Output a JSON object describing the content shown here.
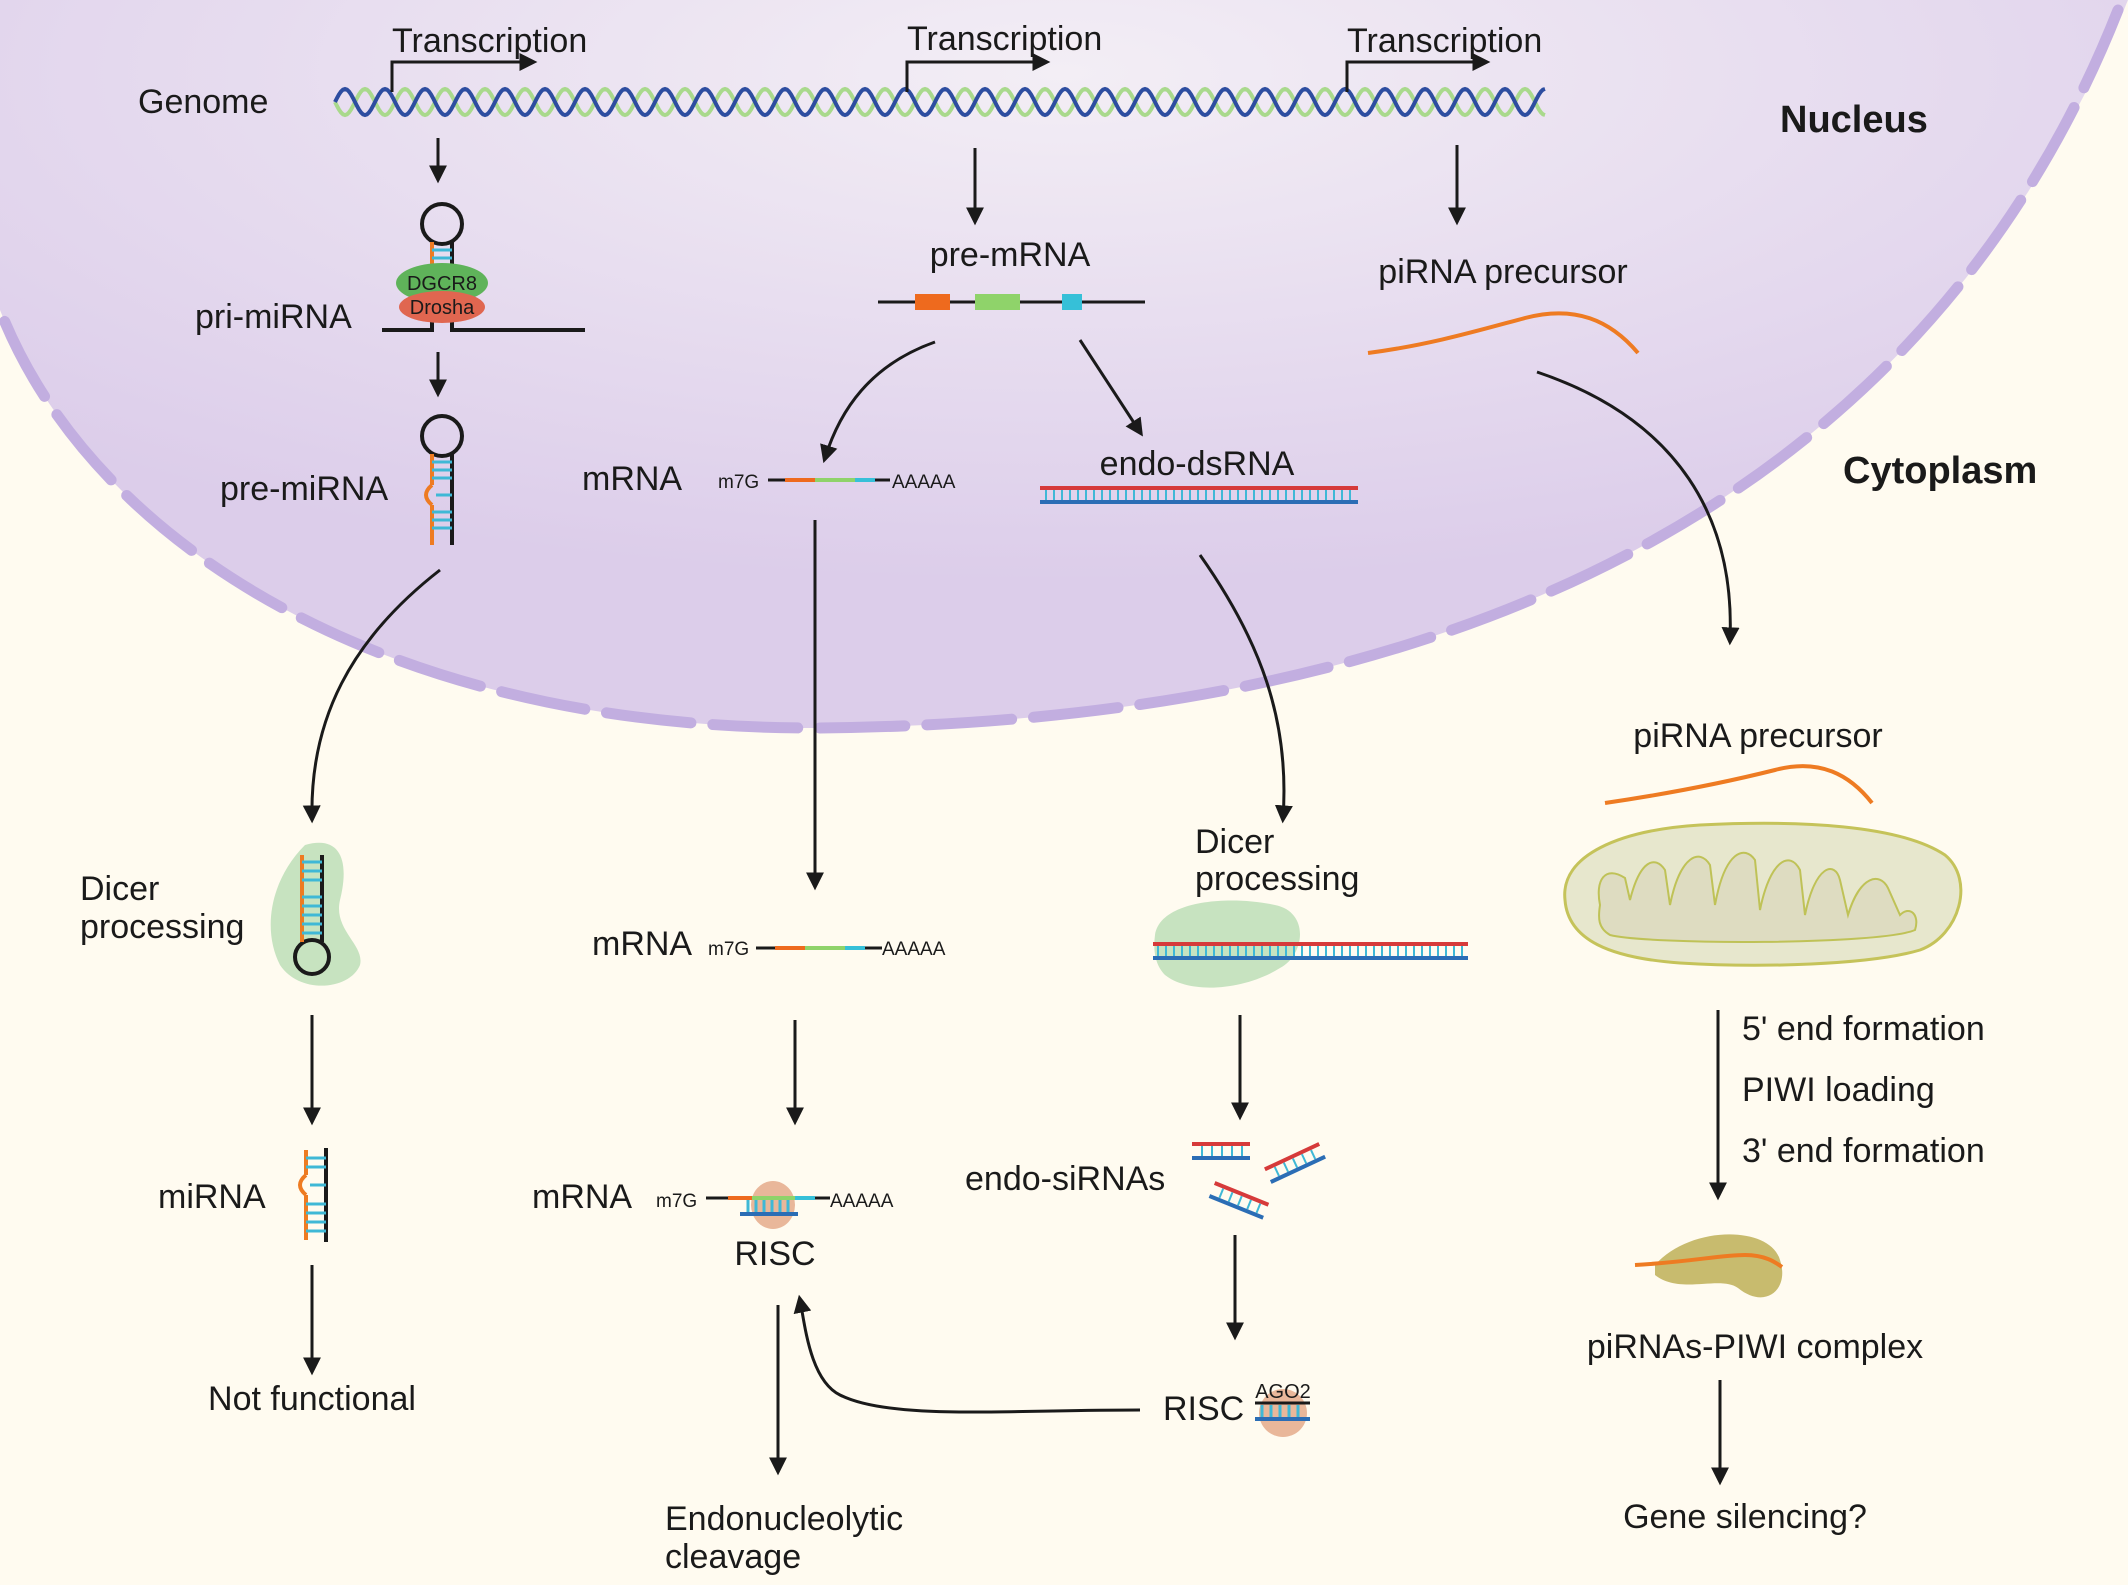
{
  "regions": {
    "nucleus": "Nucleus",
    "cytoplasm": "Cytoplasm"
  },
  "genome": {
    "label": "Genome",
    "transcription": [
      "Transcription",
      "Transcription",
      "Transcription"
    ]
  },
  "mirna_pathway": {
    "pri_mirna": "pri-miRNA",
    "dgcr8": "DGCR8",
    "drosha": "Drosha",
    "pre_mirna": "pre-miRNA",
    "dicer_1": "Dicer",
    "dicer_2": "processing",
    "mirna": "miRNA",
    "not_functional": "Not functional"
  },
  "mrna_pathway": {
    "pre_mrna": "pre-mRNA",
    "mrna": "mRNA",
    "cap": "m7G",
    "polya": "AAAAA",
    "risc": "RISC",
    "cleavage_1": "Endonucleolytic",
    "cleavage_2": "cleavage"
  },
  "endo_pathway": {
    "endo_dsrna": "endo-dsRNA",
    "dicer_1": "Dicer",
    "dicer_2": "processing",
    "endo_sirnas": "endo-siRNAs",
    "risc": "RISC",
    "ago2": "AGO2"
  },
  "pirna_pathway": {
    "precursor_nuclear": "piRNA precursor",
    "precursor_cyto": "piRNA precursor",
    "steps": [
      "5' end formation",
      "PIWI loading",
      "3' end formation"
    ],
    "complex": "piRNAs-PIWI complex",
    "outcome": "Gene silencing?"
  },
  "colors": {
    "background": "#fffbf0",
    "nucleus_fill": "#e4d8ec",
    "nuclear_envelope": "#c2aee0",
    "dna_strand_1": "#2d4da0",
    "dna_strand_2": "#a9d98c",
    "rna_orange": "#ee7b22",
    "rna_blue": "#2b6db5",
    "rna_red": "#d63a3a",
    "stem_cyan": "#3fb8d6",
    "exon_orange": "#ee6a1e",
    "exon_green": "#8fd36a",
    "exon_cyan": "#36c0d8",
    "dgcr8": "#5fb35a",
    "drosha": "#e06650",
    "dicer": "#c7e3c0",
    "risc": "#e9b79a",
    "mitochondrion": "#e7e7cd",
    "piwi": "#c8bb6e"
  }
}
